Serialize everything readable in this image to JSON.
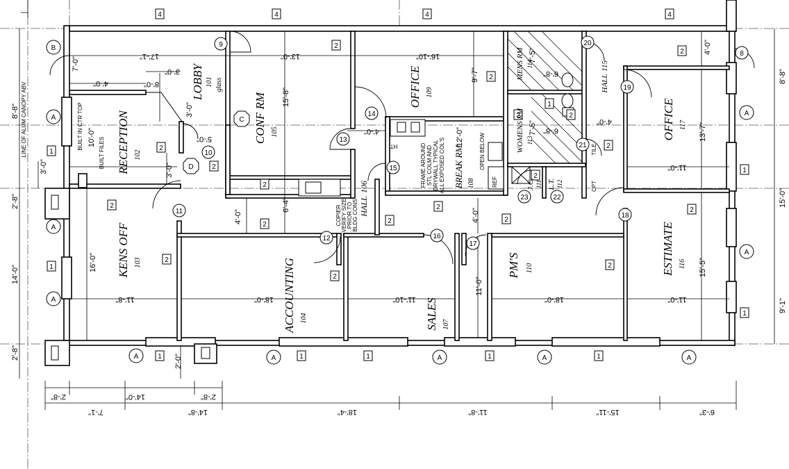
{
  "rooms": [
    {
      "name": "LOBBY",
      "number": "101",
      "note": "glass"
    },
    {
      "name": "RECEPTION",
      "number": "102"
    },
    {
      "name": "KENS OFF",
      "number": "103"
    },
    {
      "name": "ACCOUNTING",
      "number": "104"
    },
    {
      "name": "CONF RM",
      "number": "105"
    },
    {
      "name": "HALL",
      "number": "106"
    },
    {
      "name": "SALES",
      "number": "107"
    },
    {
      "name": "BREAK RM",
      "number": "108"
    },
    {
      "name": "OFFICE",
      "number": "109"
    },
    {
      "name": "PM'S",
      "number": "110"
    },
    {
      "name": "J.C.",
      "number": "111"
    },
    {
      "name": "L.T.",
      "number": "112"
    },
    {
      "name": "WOMENS RM",
      "number": "113"
    },
    {
      "name": "MENS RM",
      "number": "114"
    },
    {
      "name": "HALL",
      "number": "115"
    },
    {
      "name": "ESTIMATE",
      "number": "116"
    },
    {
      "name": "OFFICE",
      "number": "117"
    }
  ],
  "notes": {
    "canopy": "LINE OF ALUM CANOPY ABV",
    "built_in_top": "BUILT IN CTR TOP",
    "built_files": "BUILT FILES",
    "copier": [
      "COPIER",
      "VERIFY SIZE",
      "PRIOR TO",
      "BLDG CONS"
    ],
    "frame": [
      "FRAME AROUND",
      "STL COLM AND",
      "DRYWALL TYPICAL",
      "ALL EXPOSED COL'S"
    ],
    "open_below": "OPEN BELOW",
    "ref": "REF",
    "tile": "TILE",
    "cpt": "CPT",
    "ht": "HT"
  },
  "tags": {
    "wall_4": "4",
    "wall_2": "2",
    "wall_1": "1",
    "win_a": "A",
    "win_b": "B",
    "door_c": "C",
    "door_d": "D",
    "doors": [
      "8",
      "9",
      "10",
      "11",
      "12",
      "13",
      "14",
      "15",
      "16",
      "17",
      "18",
      "19",
      "20",
      "21",
      "22",
      "23"
    ]
  },
  "dimensions": {
    "d_7_1_top": "17'-1\"",
    "d_13_0": "13'-0\"",
    "d_16_10": "16'-10\"",
    "d_4_0": "4'-0\"",
    "d_7_0": "7'-0\"",
    "d_3_0": "3'-0\"",
    "d_8_0": "8'-0\"",
    "d_9_7": "9'-7\"",
    "d_15_8": "15'-8\"",
    "d_3_0b": "3'-0\"",
    "d_5_0": "5'-0\"",
    "d_10_0": "10'-0\"",
    "d_4_0b": "4'-0\"",
    "d_6_4": "6'-4\"",
    "d_12_0": "12'-0\"",
    "d_11_0": "11'-0\"",
    "d_13_7": "13'-7\"",
    "d_15_5": "15'-5\"",
    "d_18_0": "18'-0\"",
    "d_16_0": "16'-0\"",
    "d_11_8": "11'-8\"",
    "d_18_0b": "18'-0\"",
    "d_11_10": "11'-10\"",
    "d_11_0b": "11'-0\"",
    "d_18_0c": "18'-0\"",
    "d_11_0c": "11'-0\"",
    "d_2_8": "2'-8\"",
    "d_14_0": "14'-0\"",
    "d_2_8b": "2'-8\"",
    "d_8_8": "8'-8\"",
    "d_15_0": "15'-0\"",
    "d_9_1": "9'-1\"",
    "b_2_8": "2'-8\"",
    "b_14_0": "14'-0\"",
    "b_2_8b": "2'-8\"",
    "b_7_1": "7'-1\"",
    "b_14_8": "14'-8\"",
    "b_18_4": "18'-4\"",
    "b_11_8": "11'-8\"",
    "b_15_11": "15'-11\"",
    "b_6_3": "6'-3\"",
    "h_7_5": "7'-5\"",
    "h_6_8": "6'-8\"",
    "h_8_8": "8'-8\"",
    "h_4_0": "4'-0\"",
    "h_2_0": "2'-0\"",
    "h_4_0c": "4'-0\""
  }
}
